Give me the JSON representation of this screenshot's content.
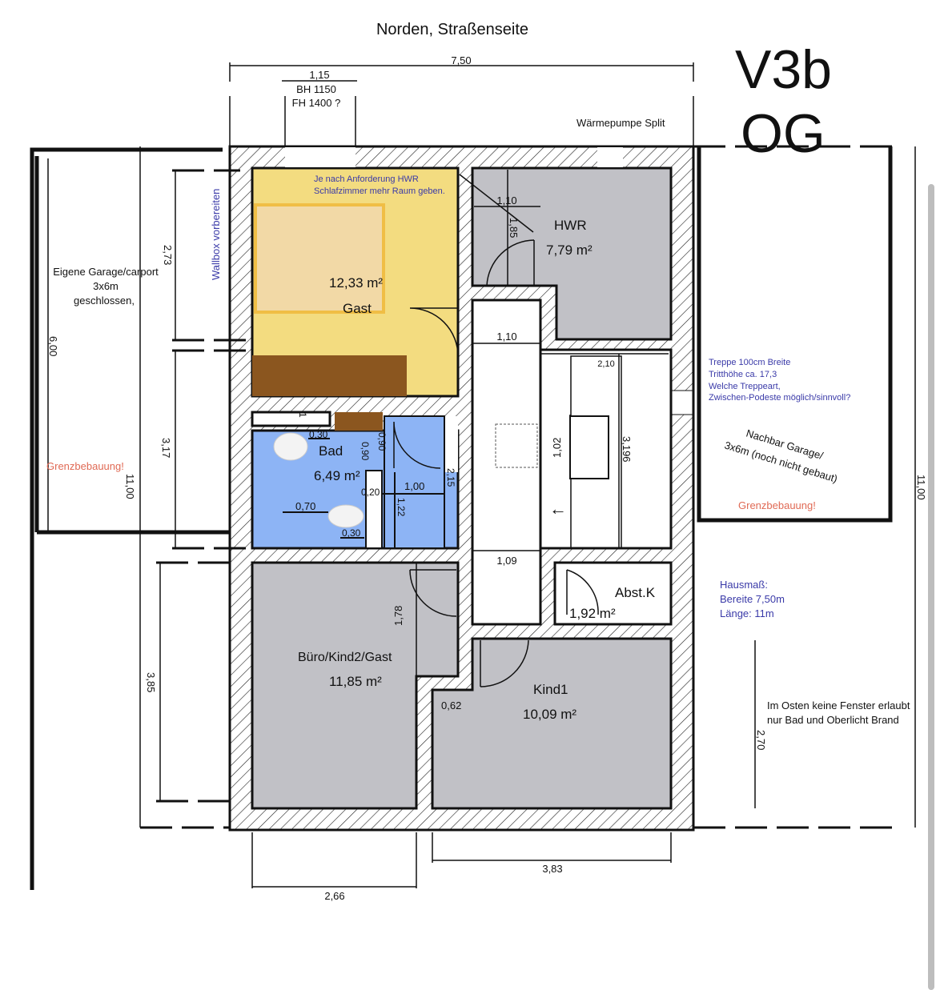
{
  "title": "Norden, Straßenseite",
  "version": "V3b",
  "floor": "OG",
  "dimensions": {
    "total_width": "7,50",
    "window_width": "1,15",
    "total_length_left": "11,00",
    "total_length_right": "11,00",
    "garage_left": "6,00",
    "gast_height": "2,73",
    "bad_height": "3,17",
    "buero_height": "3,85",
    "buero_width": "2,66",
    "kind1_width": "3,83",
    "kind1_height": "2,70",
    "hwr_width": "1,10",
    "hwr_door": "1,85",
    "corridor_top": "1,10",
    "corridor_bottom": "1,09",
    "stair_width": "2,10",
    "stair_length": "3,196",
    "stair_inner": "1,02",
    "closet": "1,78",
    "kind1_offset": "0,62",
    "bad_030a": "0,30",
    "bad_090": "0,90",
    "bad_090b": "0,90",
    "bad_020": "0,20",
    "bad_100": "1,00",
    "bad_215": "2,15",
    "bad_122": "1,22",
    "bad_070": "0,70",
    "bad_030b": "0,30",
    "bad_1": "1"
  },
  "window_note": {
    "line1": "BH 1150",
    "line2": "FH 1400 ?"
  },
  "heat_pump": "Wärmepumpe Split",
  "notes": {
    "hwr_note_1": "Je nach Anforderung HWR",
    "hwr_note_2": "Schlafzimmer mehr Raum geben.",
    "wallbox": "Wallbox vorbereiten",
    "garage_own_1": "Eigene Garage/carport",
    "garage_own_2": "3x6m",
    "garage_own_3": "geschlossen,",
    "border_left": "Grenzbebauung!",
    "border_right": "Grenzbebauung!",
    "stairs_1": "Treppe 100cm Breite",
    "stairs_2": "Tritthöhe ca. 17,3",
    "stairs_3": "Welche Treppeart,",
    "stairs_4": "Zwischen-Podeste möglich/sinnvoll?",
    "neighbor_1": "Nachbar  Garage/",
    "neighbor_2": "3x6m (noch nicht gebaut)",
    "house_1": "Hausmaß:",
    "house_2": "Bereite 7,50m",
    "house_3": "Länge: 11m",
    "east_1": "Im Osten keine Fenster erlaubt",
    "east_2": "nur Bad und Oberlicht Brand"
  },
  "rooms": {
    "gast": {
      "name": "Gast",
      "area": "12,33 m²"
    },
    "hwr": {
      "name": "HWR",
      "area": "7,79 m²"
    },
    "bad": {
      "name": "Bad",
      "area": "6,49 m²"
    },
    "buero": {
      "name": "Büro/Kind2/Gast",
      "area": "11,85 m²"
    },
    "abstk": {
      "name": "Abst.K",
      "area": "1,92 m²"
    },
    "kind1": {
      "name": "Kind1",
      "area": "10,09 m²"
    }
  },
  "colors": {
    "gast": "#f3dc80",
    "gray": "#c1c1c6",
    "bad": "#8db4f5",
    "brown": "#8b561f"
  }
}
